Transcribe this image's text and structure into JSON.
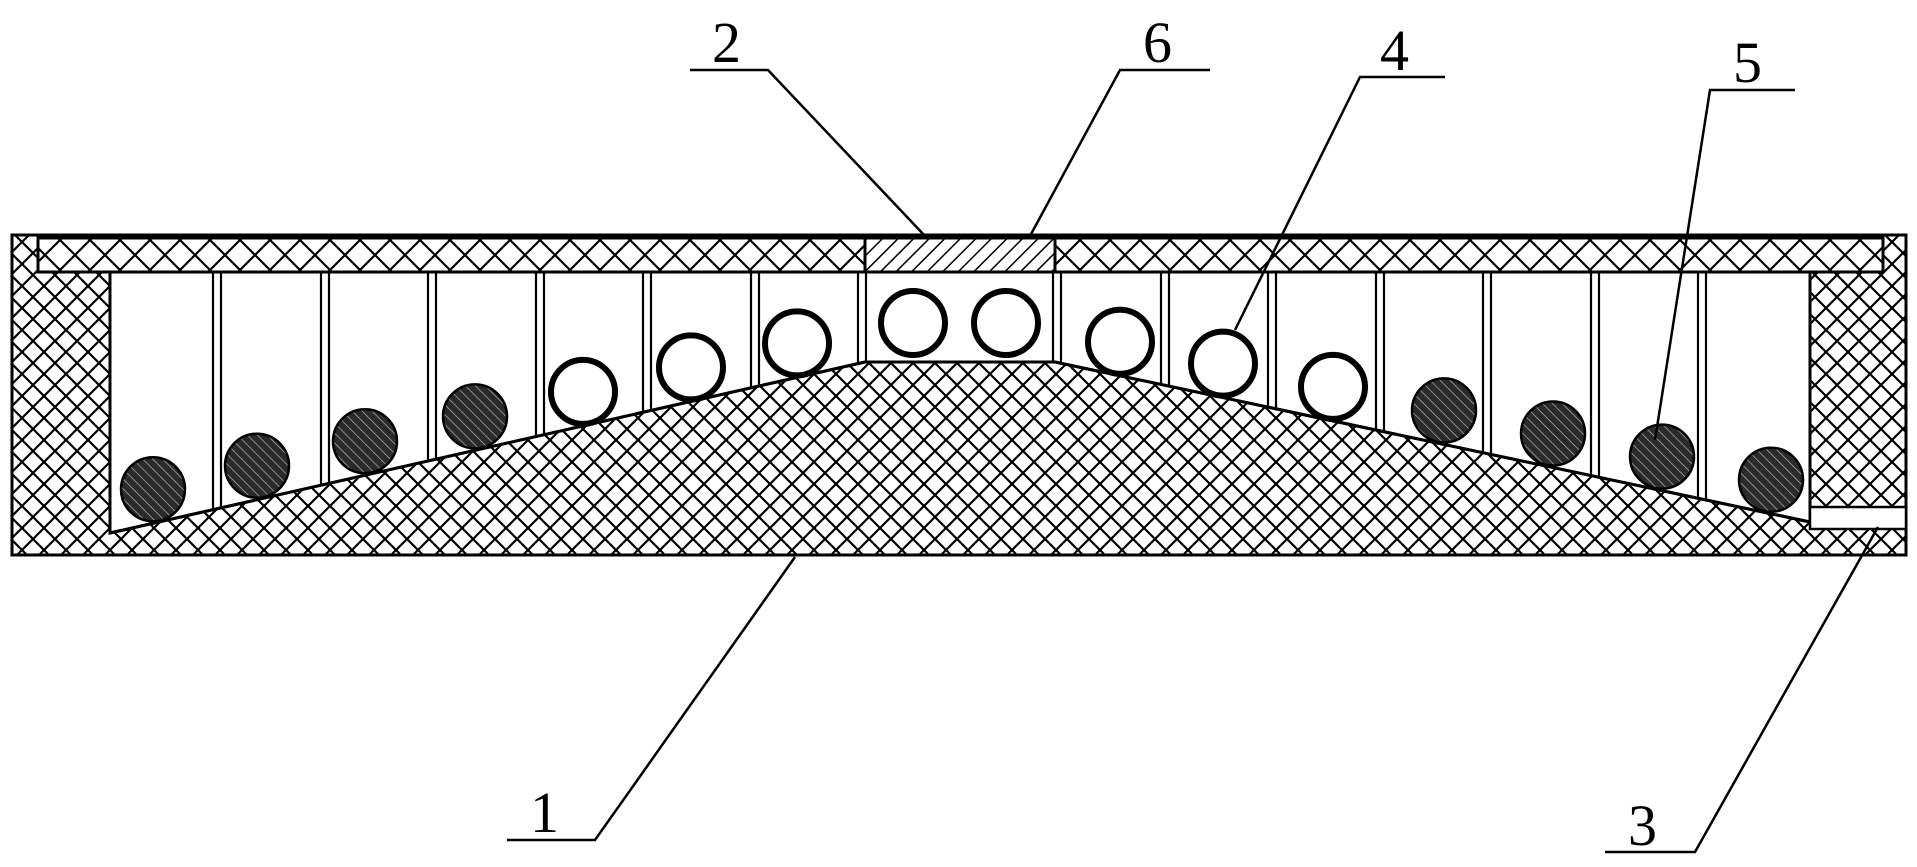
{
  "labels": {
    "base_body": "1",
    "cover_plate": "2",
    "drain_port": "3",
    "hollow_ball": "4",
    "solid_ball": "5",
    "center_insert": "6"
  },
  "balls": [
    {
      "kind": "solid"
    },
    {
      "kind": "solid"
    },
    {
      "kind": "solid"
    },
    {
      "kind": "solid"
    },
    {
      "kind": "hollow"
    },
    {
      "kind": "hollow"
    },
    {
      "kind": "hollow"
    },
    {
      "kind": "hollow"
    },
    {
      "kind": "hollow"
    },
    {
      "kind": "hollow"
    },
    {
      "kind": "hollow"
    },
    {
      "kind": "hollow"
    },
    {
      "kind": "solid"
    },
    {
      "kind": "solid"
    },
    {
      "kind": "solid"
    },
    {
      "kind": "solid"
    }
  ]
}
